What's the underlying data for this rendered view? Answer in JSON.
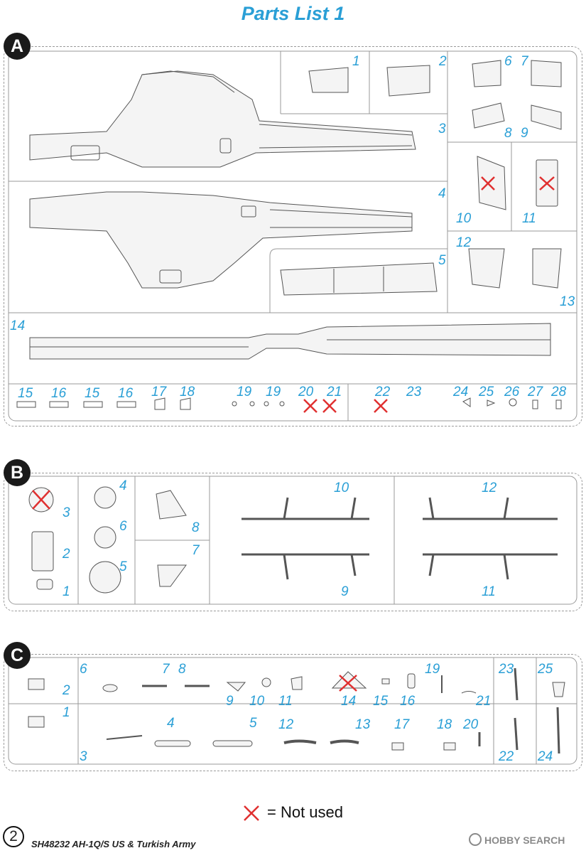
{
  "title": "Parts List 1",
  "accent_color": "#2a9fd6",
  "cross_color": "#e03030",
  "sprues": [
    {
      "letter": "A",
      "numbers": [
        "1",
        "2",
        "3",
        "4",
        "5",
        "6",
        "7",
        "8",
        "9",
        "10",
        "11",
        "12",
        "13",
        "14",
        "15",
        "16",
        "15",
        "16",
        "17",
        "18",
        "19",
        "19",
        "20",
        "21",
        "22",
        "23",
        "24",
        "25",
        "26",
        "27",
        "28"
      ]
    },
    {
      "letter": "B",
      "numbers": [
        "4",
        "3",
        "6",
        "2",
        "5",
        "1",
        "8",
        "7",
        "10",
        "9",
        "12",
        "11"
      ]
    },
    {
      "letter": "C",
      "numbers": [
        "6",
        "2",
        "1",
        "3",
        "7",
        "8",
        "9",
        "10",
        "11",
        "4",
        "5",
        "12",
        "13",
        "14",
        "15",
        "16",
        "17",
        "18",
        "19",
        "20",
        "21",
        "22",
        "23",
        "24",
        "25"
      ]
    }
  ],
  "not_used_parts": [
    "A10",
    "A11",
    "A20",
    "A21",
    "A22",
    "B3",
    "C14"
  ],
  "legend": {
    "icon": "cross-mark-icon",
    "text": "= Not used"
  },
  "footer": {
    "page_number": "2",
    "kit_title": "SH48232 AH-1Q/S US & Turkish Army",
    "watermark": "HOBBY SEARCH",
    "watermark_icon": "hobbysearch-logo-icon"
  }
}
